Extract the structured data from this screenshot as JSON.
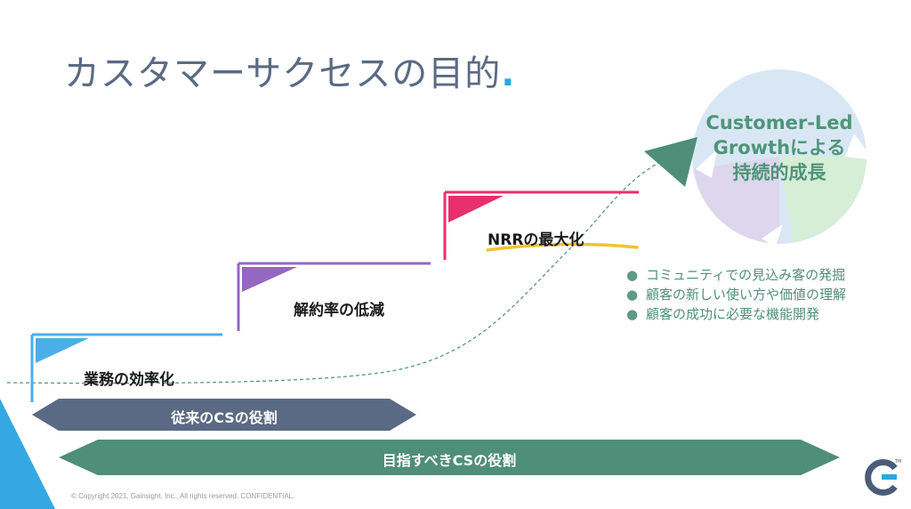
{
  "slide": {
    "title": "カスタマーサクセスの目的",
    "title_dot": "."
  },
  "steps": [
    {
      "label": "業務の効率化",
      "color": "#4baee8"
    },
    {
      "label": "解約率の低減",
      "color": "#9567c2"
    },
    {
      "label": "NRRの最大化",
      "color": "#e8306f"
    }
  ],
  "cycle": {
    "line1": "Customer-Led",
    "line2": "Growthによる",
    "line3": "持続的成長"
  },
  "bullets": [
    "コミュニティでの見込み客の発掘",
    "顧客の新しい使い方や価値の理解",
    "顧客の成功に必要な機能開発"
  ],
  "bars": {
    "traditional": "従来のCSの役割",
    "target": "目指すべきCSの役割"
  },
  "footer": {
    "copyright": "© Copyright 2021, Gainsight, Inc., All rights reserved. CONFIDENTIAL.",
    "logo_letter": "G",
    "logo_tm": "TM"
  },
  "colors": {
    "title": "#5b6b84",
    "accent_dot": "#2aa8e0",
    "traditional_bar": "#5a6a84",
    "target_bar": "#4f8e79",
    "growth_arrow": "#4f8e79",
    "nrr_underline": "#f2c230",
    "corner_triangle": "#35a8e4"
  }
}
